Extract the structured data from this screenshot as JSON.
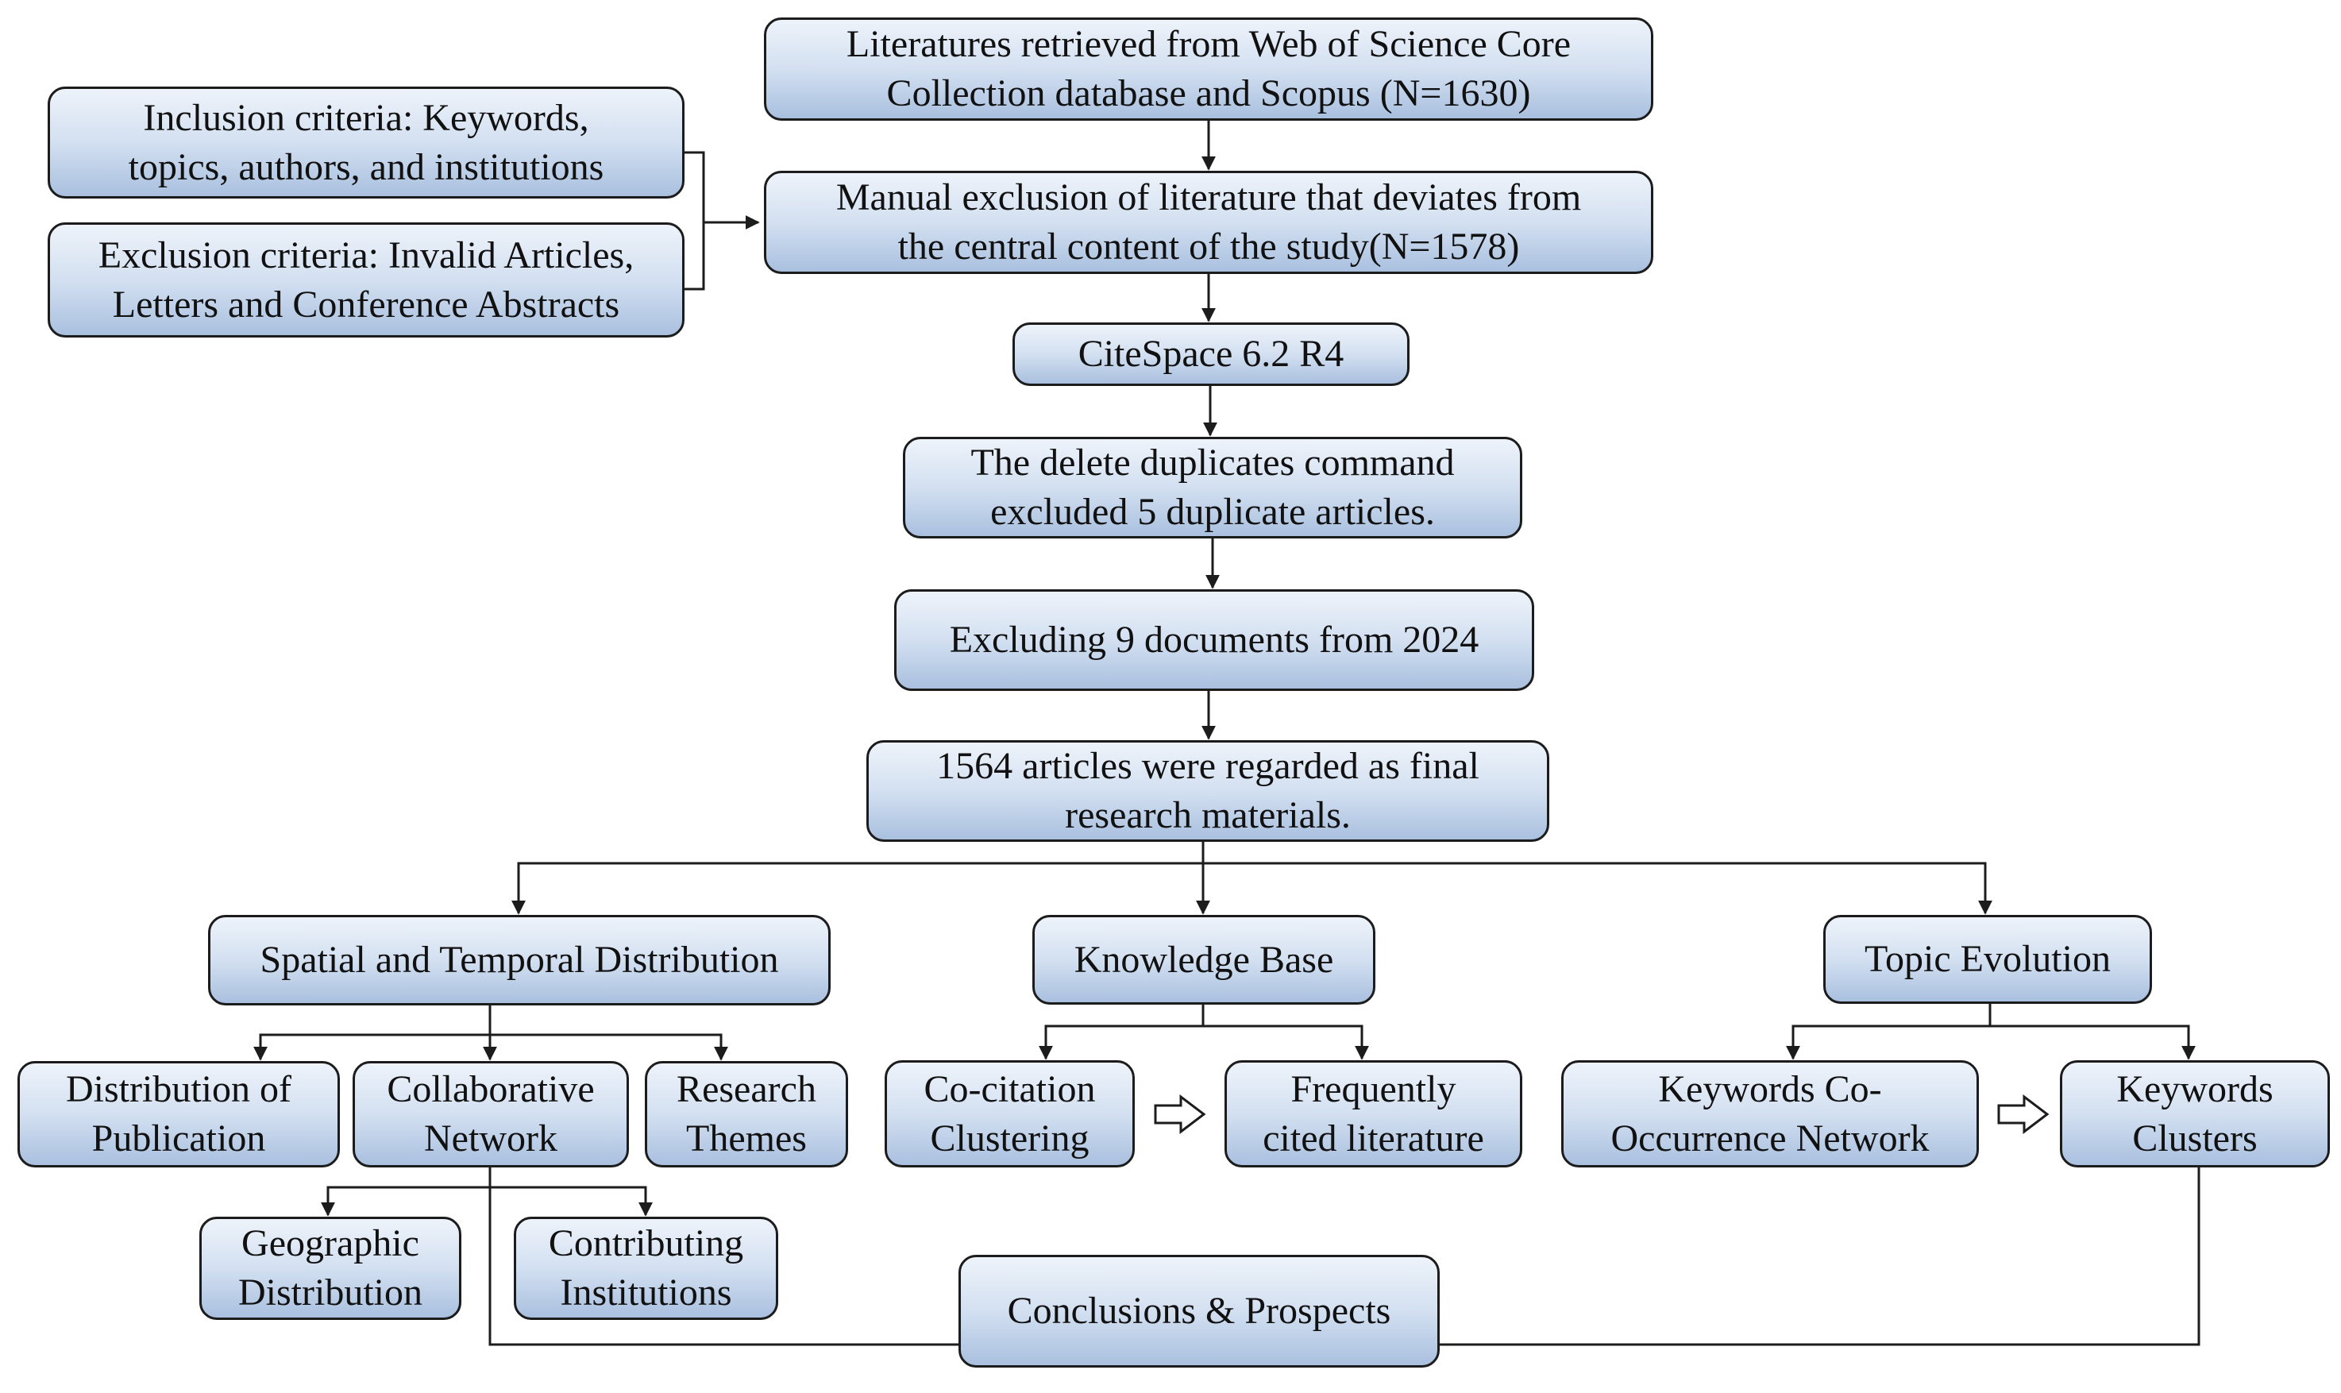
{
  "flow": {
    "retrieved": "Literatures retrieved from Web of Science Core\nCollection database and Scopus (N=1630)",
    "inclusion": "Inclusion criteria: Keywords,\ntopics, authors, and institutions",
    "exclusion": "Exclusion criteria: Invalid Articles,\nLetters and Conference Abstracts",
    "manual_exclusion": "Manual exclusion of literature that deviates from\nthe central content of the study(N=1578)",
    "citespace": "CiteSpace 6.2 R4",
    "duplicates": "The delete duplicates command\nexcluded 5 duplicate articles.",
    "excluding_2024": "Excluding 9 documents from 2024",
    "final": "1564 articles were regarded as final\nresearch materials."
  },
  "branches": {
    "spatial": {
      "title": "Spatial and Temporal Distribution",
      "distribution": "Distribution of\nPublication",
      "collaborative": "Collaborative\nNetwork",
      "themes": "Research\nThemes",
      "geographic": "Geographic\nDistribution",
      "institutions": "Contributing\nInstitutions"
    },
    "knowledge": {
      "title": "Knowledge Base",
      "cocitation": "Co-citation\nClustering",
      "frequently": "Frequently\ncited literature"
    },
    "topic": {
      "title": "Topic Evolution",
      "cooccurrence": "Keywords Co-\nOccurrence Network",
      "clusters": "Keywords\nClusters"
    }
  },
  "conclusion": "Conclusions & Prospects",
  "colors": {
    "box_top": "#eef3fa",
    "box_bottom": "#a9c0df",
    "border": "#1c1c1c",
    "line": "#1c1c1c"
  }
}
